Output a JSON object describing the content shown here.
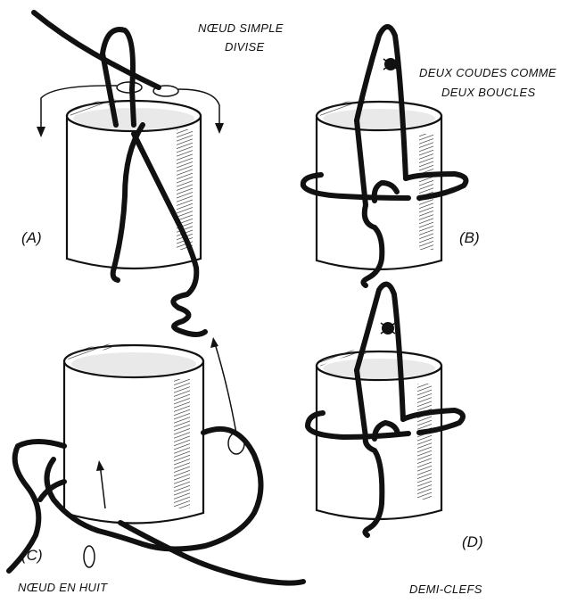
{
  "labels": {
    "noeud_simple_line1": "NŒUD SIMPLE",
    "noeud_simple_line2": "DIVISE",
    "deux_coudes_line1": "DEUX COUDES COMME",
    "deux_coudes_line2": "DEUX BOUCLES",
    "noeud_en_huit": "NŒUD EN HUIT",
    "demi_clefs": "DEMI-CLEFS"
  },
  "panels": {
    "a": "(A)",
    "b": "(B)",
    "c": "(C)",
    "d": "(D)"
  }
}
